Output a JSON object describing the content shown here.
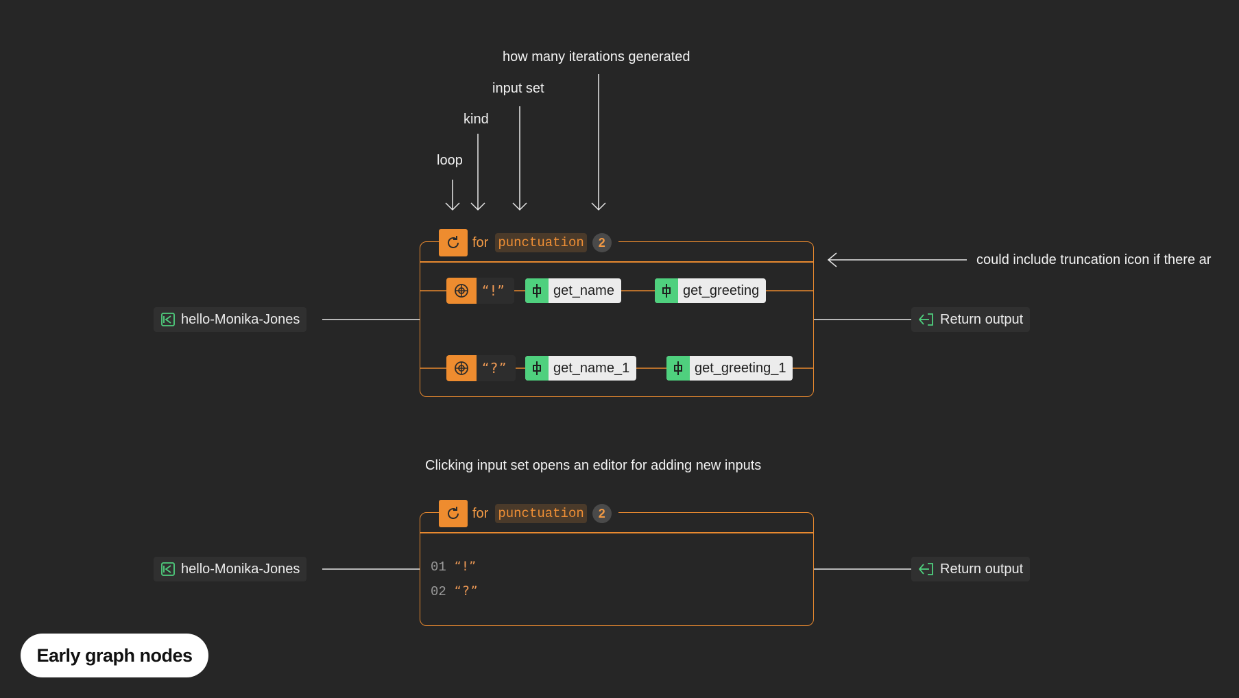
{
  "annotations": {
    "loop": "loop",
    "kind": "kind",
    "input_set": "input set",
    "iterations": "how many iterations generated",
    "truncation": "could include truncation icon if there ar",
    "caption": "Clicking input set opens an editor for adding new inputs"
  },
  "diagram_top": {
    "input_node": "hello-Monika-Jones",
    "output_node": "Return output",
    "loop": {
      "keyword": "for",
      "input_set": "punctuation",
      "count": "2"
    },
    "iterations": [
      {
        "value": "“!”",
        "tasks": [
          "get_name",
          "get_greeting"
        ]
      },
      {
        "value": "“?”",
        "tasks": [
          "get_name_1",
          "get_greeting_1"
        ]
      }
    ]
  },
  "diagram_bottom": {
    "input_node": "hello-Monika-Jones",
    "output_node": "Return output",
    "loop": {
      "keyword": "for",
      "input_set": "punctuation",
      "count": "2"
    },
    "inputs": [
      {
        "index": "01",
        "value": "“!”"
      },
      {
        "index": "02",
        "value": "“?”"
      }
    ]
  },
  "footer": {
    "title": "Early graph nodes"
  },
  "colors": {
    "background": "#262626",
    "accent": "#ee8c2f",
    "task_green": "#4fd07e",
    "text": "#ececec"
  },
  "icons": [
    "loop-icon",
    "iteration-target-icon",
    "task-icon",
    "workflow-input-icon",
    "return-output-icon"
  ]
}
